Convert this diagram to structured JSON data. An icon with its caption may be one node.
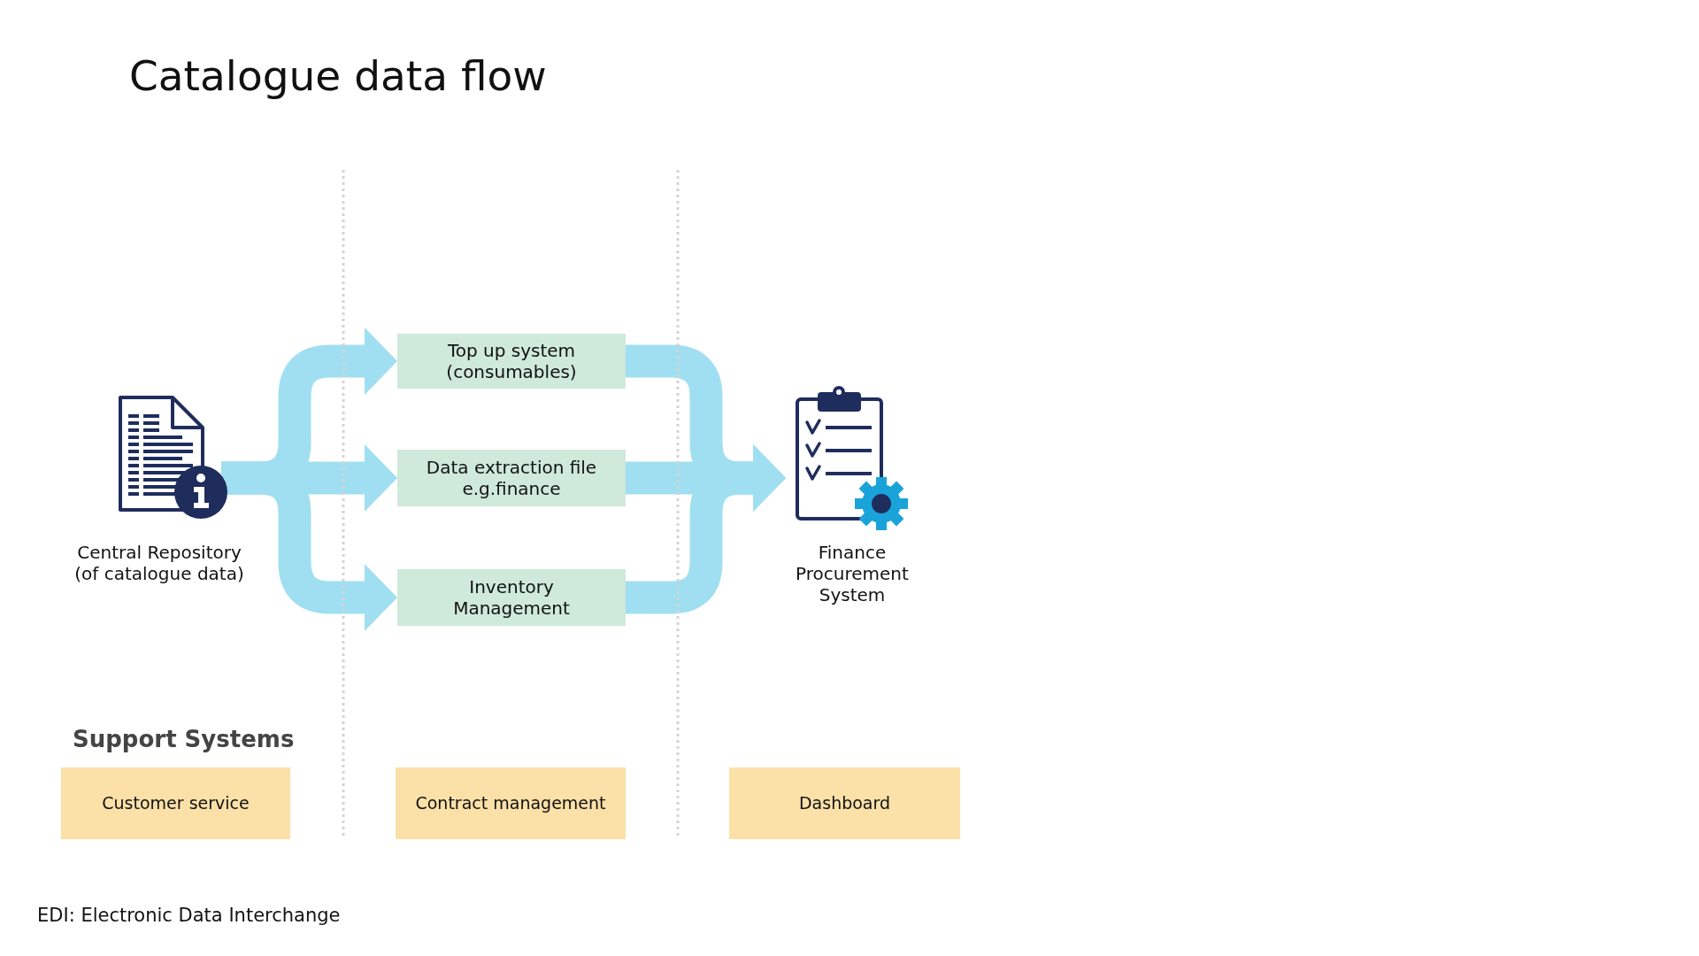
{
  "diagram": {
    "title": "Catalogue data flow",
    "nodes": [
      {
        "text": [
          "Central Repository (of catalogue data)"
        ]
      },
      {
        "text": [
          "Top up system (consumables)"
        ]
      },
      {
        "text": [
          "Data extraction file e.g.finance"
        ]
      },
      {
        "text": [
          "Inventory Management"
        ]
      },
      {
        "text": [
          "Finance Procurement System"
        ]
      },
      {
        "text": [
          "Customer service"
        ]
      },
      {
        "text": [
          "Contract management"
        ]
      },
      {
        "text": [
          "Dashboard"
        ]
      }
    ],
    "edges": [
      {
        "from": 0,
        "to": 1,
        "arrow": "to"
      },
      {
        "from": 0,
        "to": 2,
        "arrow": "to"
      },
      {
        "from": 0,
        "to": 3,
        "arrow": "to"
      },
      {
        "from": 1,
        "to": 4,
        "arrow": "to"
      },
      {
        "from": 2,
        "to": 4,
        "arrow": "to"
      },
      {
        "from": 3,
        "to": 4,
        "arrow": "to"
      }
    ],
    "labels": [
      "Support Systems",
      "EDI: Electronic Data Interchange"
    ]
  }
}
